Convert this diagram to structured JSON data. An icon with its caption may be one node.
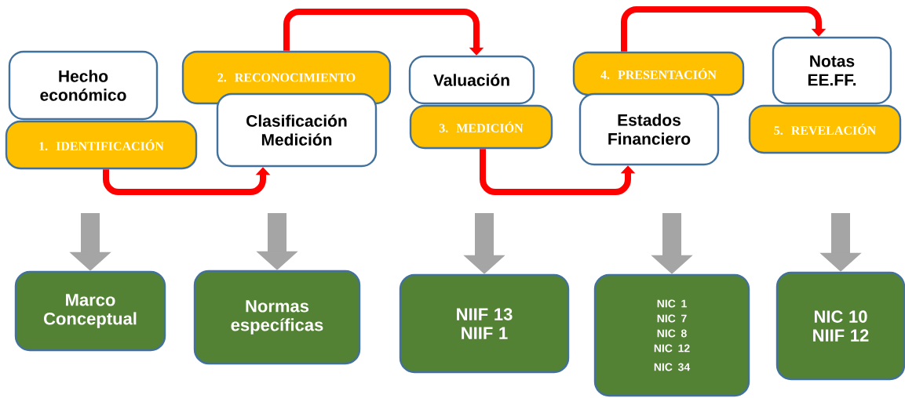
{
  "diagram": {
    "nodes": [
      {
        "text": [
          "Hecho económico"
        ]
      },
      {
        "text": [
          "1. IDENTIFICACIÓN"
        ]
      },
      {
        "text": [
          "2. RECONOCIMIENTO"
        ]
      },
      {
        "text": [
          "Clasificación Medición"
        ]
      },
      {
        "text": [
          "Valuación"
        ]
      },
      {
        "text": [
          "3. MEDICIÓN"
        ]
      },
      {
        "text": [
          "4. PRESENTACIÓN"
        ]
      },
      {
        "text": [
          "Estados Financiero"
        ]
      },
      {
        "text": [
          "Notas EE.FF."
        ]
      },
      {
        "text": [
          "5. REVELACIÓN"
        ]
      },
      {
        "text": [
          "Marco Conceptual"
        ]
      },
      {
        "text": [
          "Normas específicas"
        ]
      },
      {
        "text": [
          "NIIF 13",
          "NIIF 1"
        ]
      },
      {
        "text": [
          "NIC 1",
          "NIC 7",
          "NIC 8",
          "NIC 12",
          "NIC 34"
        ]
      },
      {
        "text": [
          "NIC 10",
          "NIIF 12"
        ]
      }
    ],
    "edges": [
      {
        "from": 1,
        "to": 3,
        "arrow": "to",
        "color": "#ff0000"
      },
      {
        "from": 2,
        "to": 4,
        "arrow": "to",
        "color": "#ff0000"
      },
      {
        "from": 5,
        "to": 7,
        "arrow": "to",
        "color": "#ff0000"
      },
      {
        "from": 6,
        "to": 8,
        "arrow": "to",
        "color": "#ff0000"
      },
      {
        "from": null,
        "to": 10,
        "arrow": "to"
      },
      {
        "from": null,
        "to": 11,
        "arrow": "to"
      },
      {
        "from": null,
        "to": 12,
        "arrow": "to"
      },
      {
        "from": null,
        "to": 13,
        "arrow": "to"
      },
      {
        "from": null,
        "to": 14,
        "arrow": "to"
      }
    ]
  }
}
